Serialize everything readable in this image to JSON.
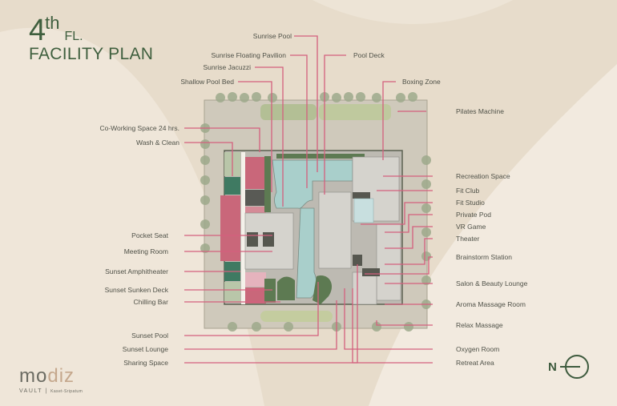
{
  "title": {
    "floor_number": "4",
    "floor_suffix": "th",
    "floor_label": "FL.",
    "heading": "FACILITY PLAN"
  },
  "labels_top": [
    {
      "text": "Sunrise Pool"
    },
    {
      "text": "Sunrise Floating Pavilion"
    },
    {
      "text": "Pool Deck"
    },
    {
      "text": "Sunrise Jacuzzi"
    },
    {
      "text": "Shallow Pool Bed"
    },
    {
      "text": "Boxing Zone"
    }
  ],
  "labels_left": [
    {
      "text": "Co-Working Space 24 hrs."
    },
    {
      "text": "Wash & Clean"
    },
    {
      "text": "Pocket Seat"
    },
    {
      "text": "Meeting Room"
    },
    {
      "text": "Sunset Amphitheater"
    },
    {
      "text": "Sunset Sunken Deck"
    },
    {
      "text": "Chilling Bar"
    },
    {
      "text": "Sunset Pool"
    },
    {
      "text": "Sunset Lounge"
    },
    {
      "text": "Sharing Space"
    }
  ],
  "labels_right": [
    {
      "text": "Pilates Machine"
    },
    {
      "text": "Recreation Space"
    },
    {
      "text": "Fit Club"
    },
    {
      "text": "Fit Studio"
    },
    {
      "text": "Private Pod"
    },
    {
      "text": "VR Game"
    },
    {
      "text": "Theater"
    },
    {
      "text": "Brainstorm Station"
    },
    {
      "text": "Salon & Beauty Lounge"
    },
    {
      "text": "Aroma Massage Room"
    },
    {
      "text": "Relax Massage"
    },
    {
      "text": "Oxygen Room"
    },
    {
      "text": "Retreat Area"
    }
  ],
  "logo": {
    "brand_a": "mo",
    "brand_b": "diz",
    "sub": "VAULT",
    "location": "Kaset-Sripatum"
  },
  "compass": {
    "label": "N"
  },
  "colors": {
    "leader_line": "#d4607e",
    "title_green": "#3f5f3e",
    "unit_pink": "#c9677a",
    "unit_green": "#3f7a62",
    "pool": "#a9cfcb"
  }
}
